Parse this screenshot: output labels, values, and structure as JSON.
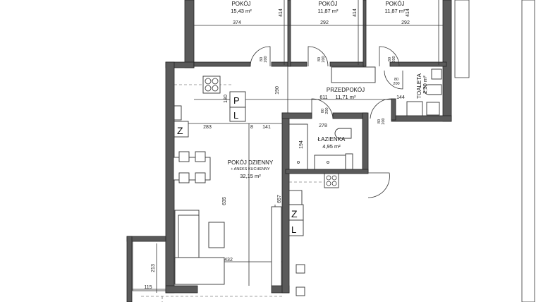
{
  "rooms": [
    {
      "name": "POKÓJ",
      "area": "15,43 m²"
    },
    {
      "name": "POKÓJ",
      "area": "11,87 m²"
    },
    {
      "name": "POKÓJ",
      "area": "11,87 m²"
    },
    {
      "name": "PRZEDPOKÓJ",
      "area": "11,71 m²"
    },
    {
      "name": "TOALETA",
      "area": "2,39 m²"
    },
    {
      "name": "ŁAZIENKA",
      "area": "4,95 m²"
    },
    {
      "name": "POKÓJ DZIENNY",
      "subtitle": "+ ANEKS KUCHENNY",
      "area": "32,15 m²"
    }
  ],
  "dimensions": {
    "room1_width": "374",
    "room2_width": "292",
    "room3_width": "292",
    "room_height_1": "414",
    "room_height_2": "414",
    "room_height_3": "414",
    "hall_length": "611",
    "hall_height": "190",
    "toilet_width": "144",
    "kitchen_depth": "180",
    "kitchen_width": "283",
    "gap": "8",
    "living_part": "141",
    "bath_width": "278",
    "bath_height": "194",
    "living_length_1": "635",
    "living_length_2": "657",
    "living_width": "432",
    "balcony_width": "115",
    "balcony_depth": "213"
  },
  "doors": {
    "width": "80",
    "height": "200"
  },
  "symbols": {
    "fridge": "P",
    "wardrobe": "L",
    "zone": "Z"
  },
  "colors": {
    "wall": "#5a5a5a",
    "line": "#333333"
  }
}
